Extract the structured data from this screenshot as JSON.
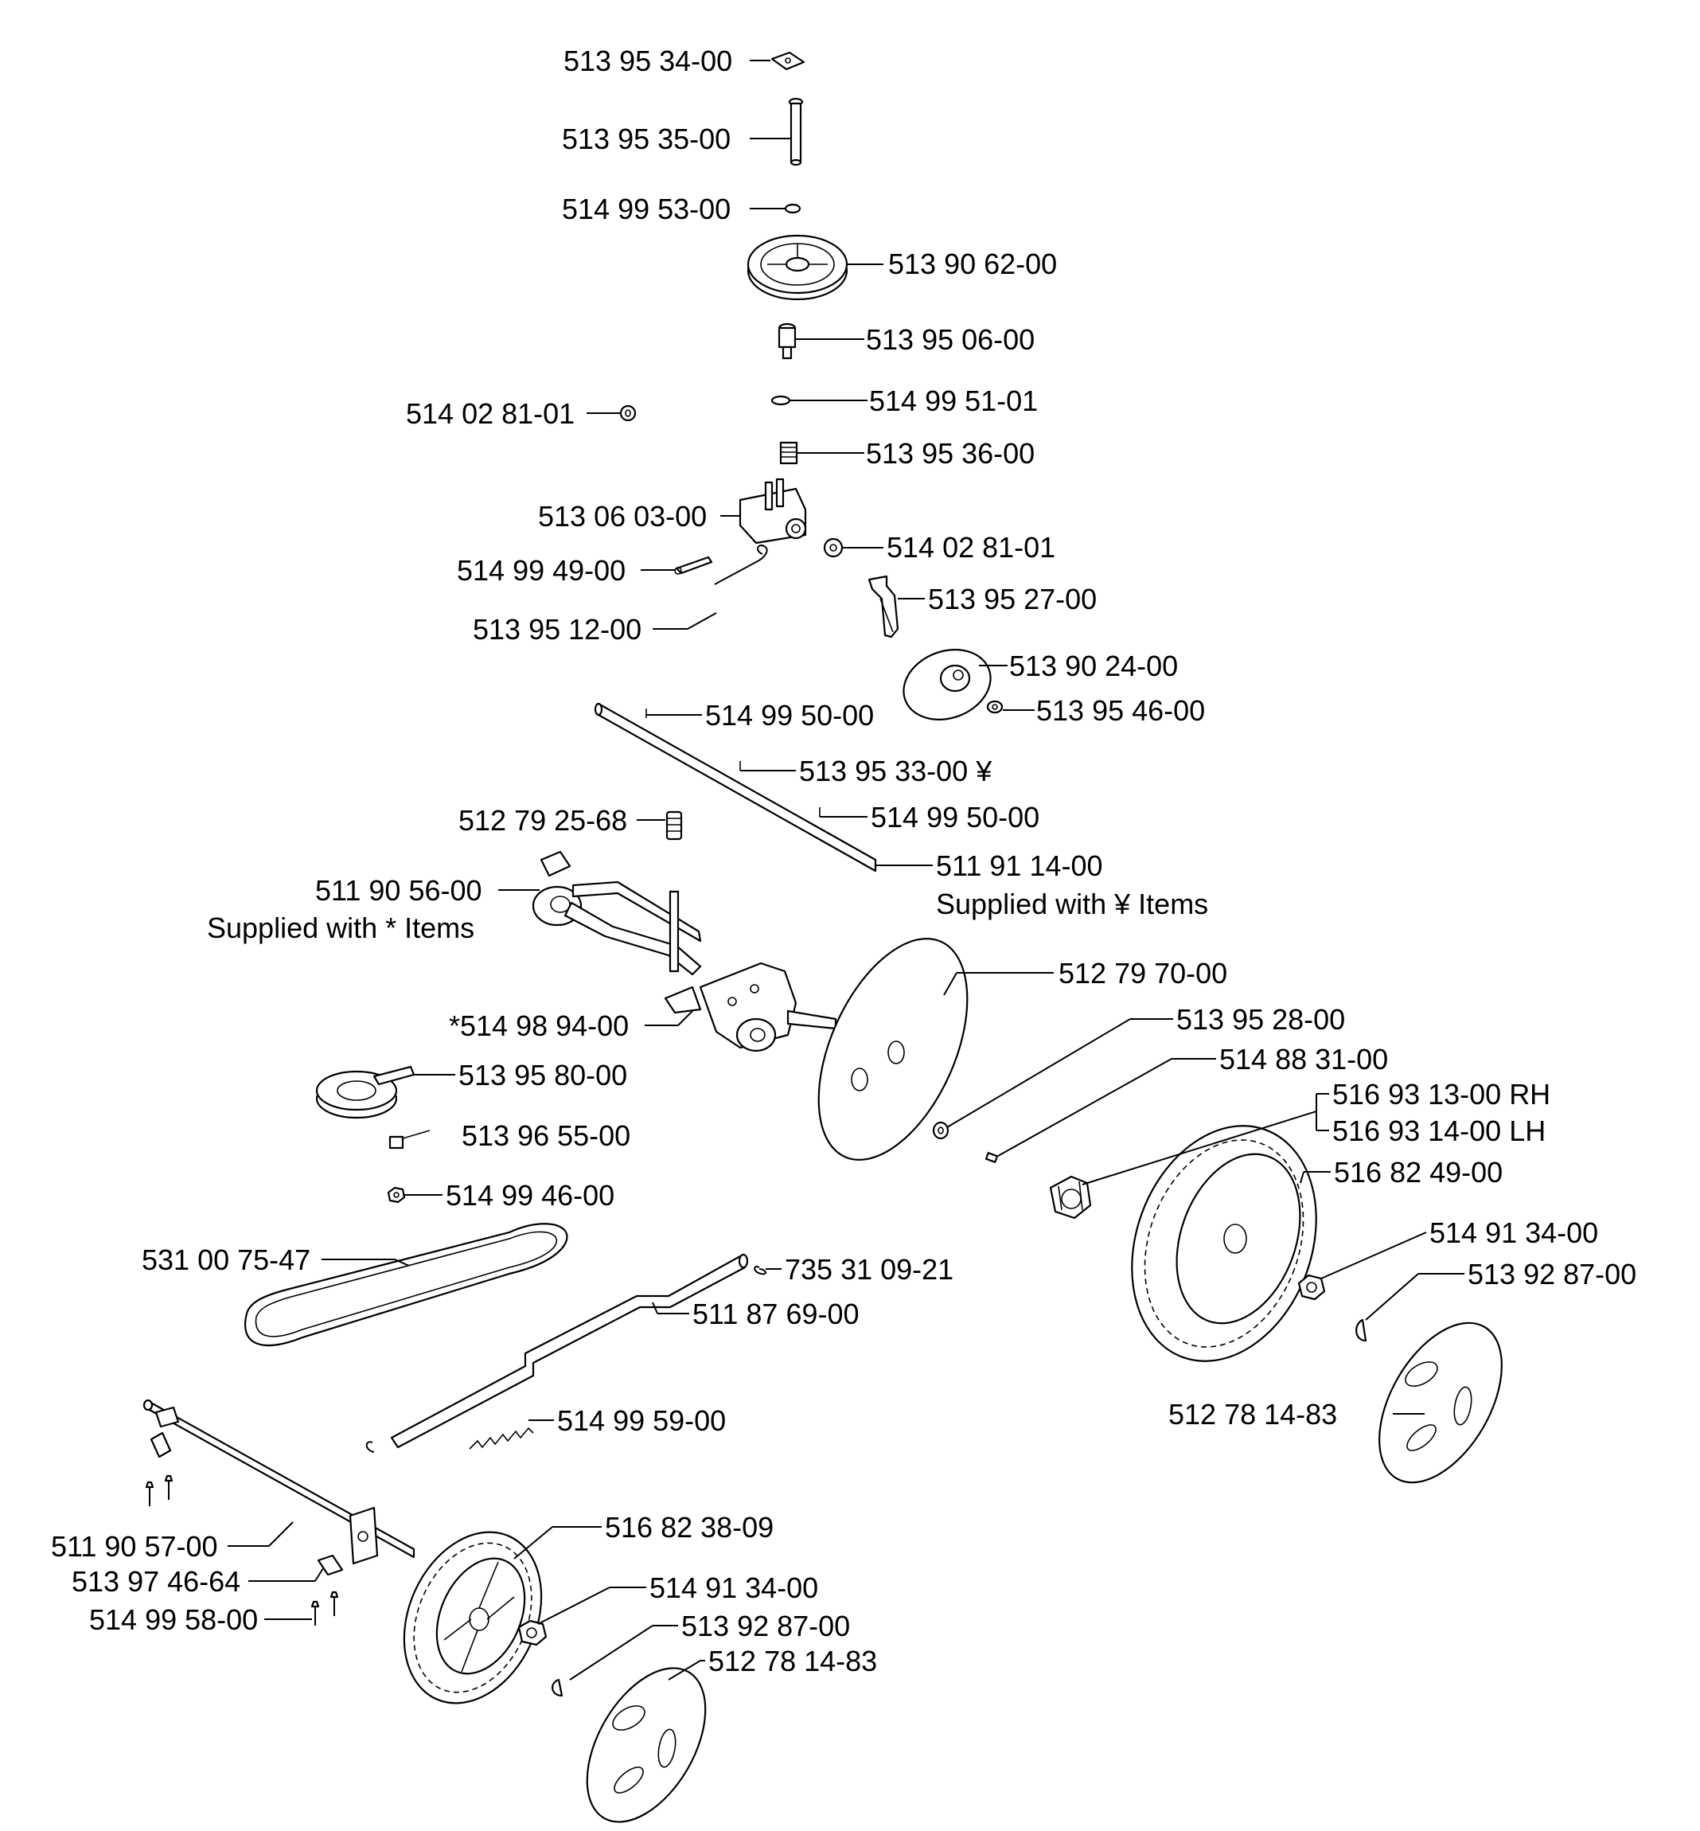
{
  "labels": {
    "p01": "513 95 34-00",
    "p02": "513 95 35-00",
    "p03": "514 99 53-00",
    "p04": "513 90 62-00",
    "p05": "513 95 06-00",
    "p06": "514 02 81-01",
    "p07": "514 99 51-01",
    "p08": "513 95 36-00",
    "p09": "513 06 03-00",
    "p10": "514 02 81-01",
    "p11": "514 99 49-00",
    "p12": "513 95 27-00",
    "p13": "513 95 12-00",
    "p14": "513 90 24-00",
    "p15": "514 99 50-00",
    "p16": "513 95 46-00",
    "p17": "513 95 33-00 ¥",
    "p18": "512 79 25-68",
    "p19": "514 99 50-00",
    "p20": "511 91 14-00",
    "p20_note": "Supplied with ¥ Items",
    "p21": "511 90 56-00",
    "p21_note": "Supplied with * Items",
    "p22": "512 79 70-00",
    "p23": "*514 98 94-00",
    "p24": "513 95 28-00",
    "p25": "513 95 80-00",
    "p26": "514 88 31-00",
    "p27": "516 93 13-00 RH",
    "p28": "516 93 14-00 LH",
    "p29": "513 96 55-00",
    "p30": "514 99 46-00",
    "p31": "516 82 49-00",
    "p32": "531 00 75-47",
    "p33": "735 31 09-21",
    "p34": "514 91 34-00",
    "p35": "511 87 69-00",
    "p36": "513 92 87-00",
    "p37": "514 99 59-00",
    "p38": "512 78 14-83",
    "p39": "516 82 38-09",
    "p40": "511 90 57-00",
    "p41": "514 91 34-00",
    "p42": "513 97 46-64",
    "p43": "513 92 87-00",
    "p44": "514 99 58-00",
    "p45": "512 78 14-83"
  }
}
